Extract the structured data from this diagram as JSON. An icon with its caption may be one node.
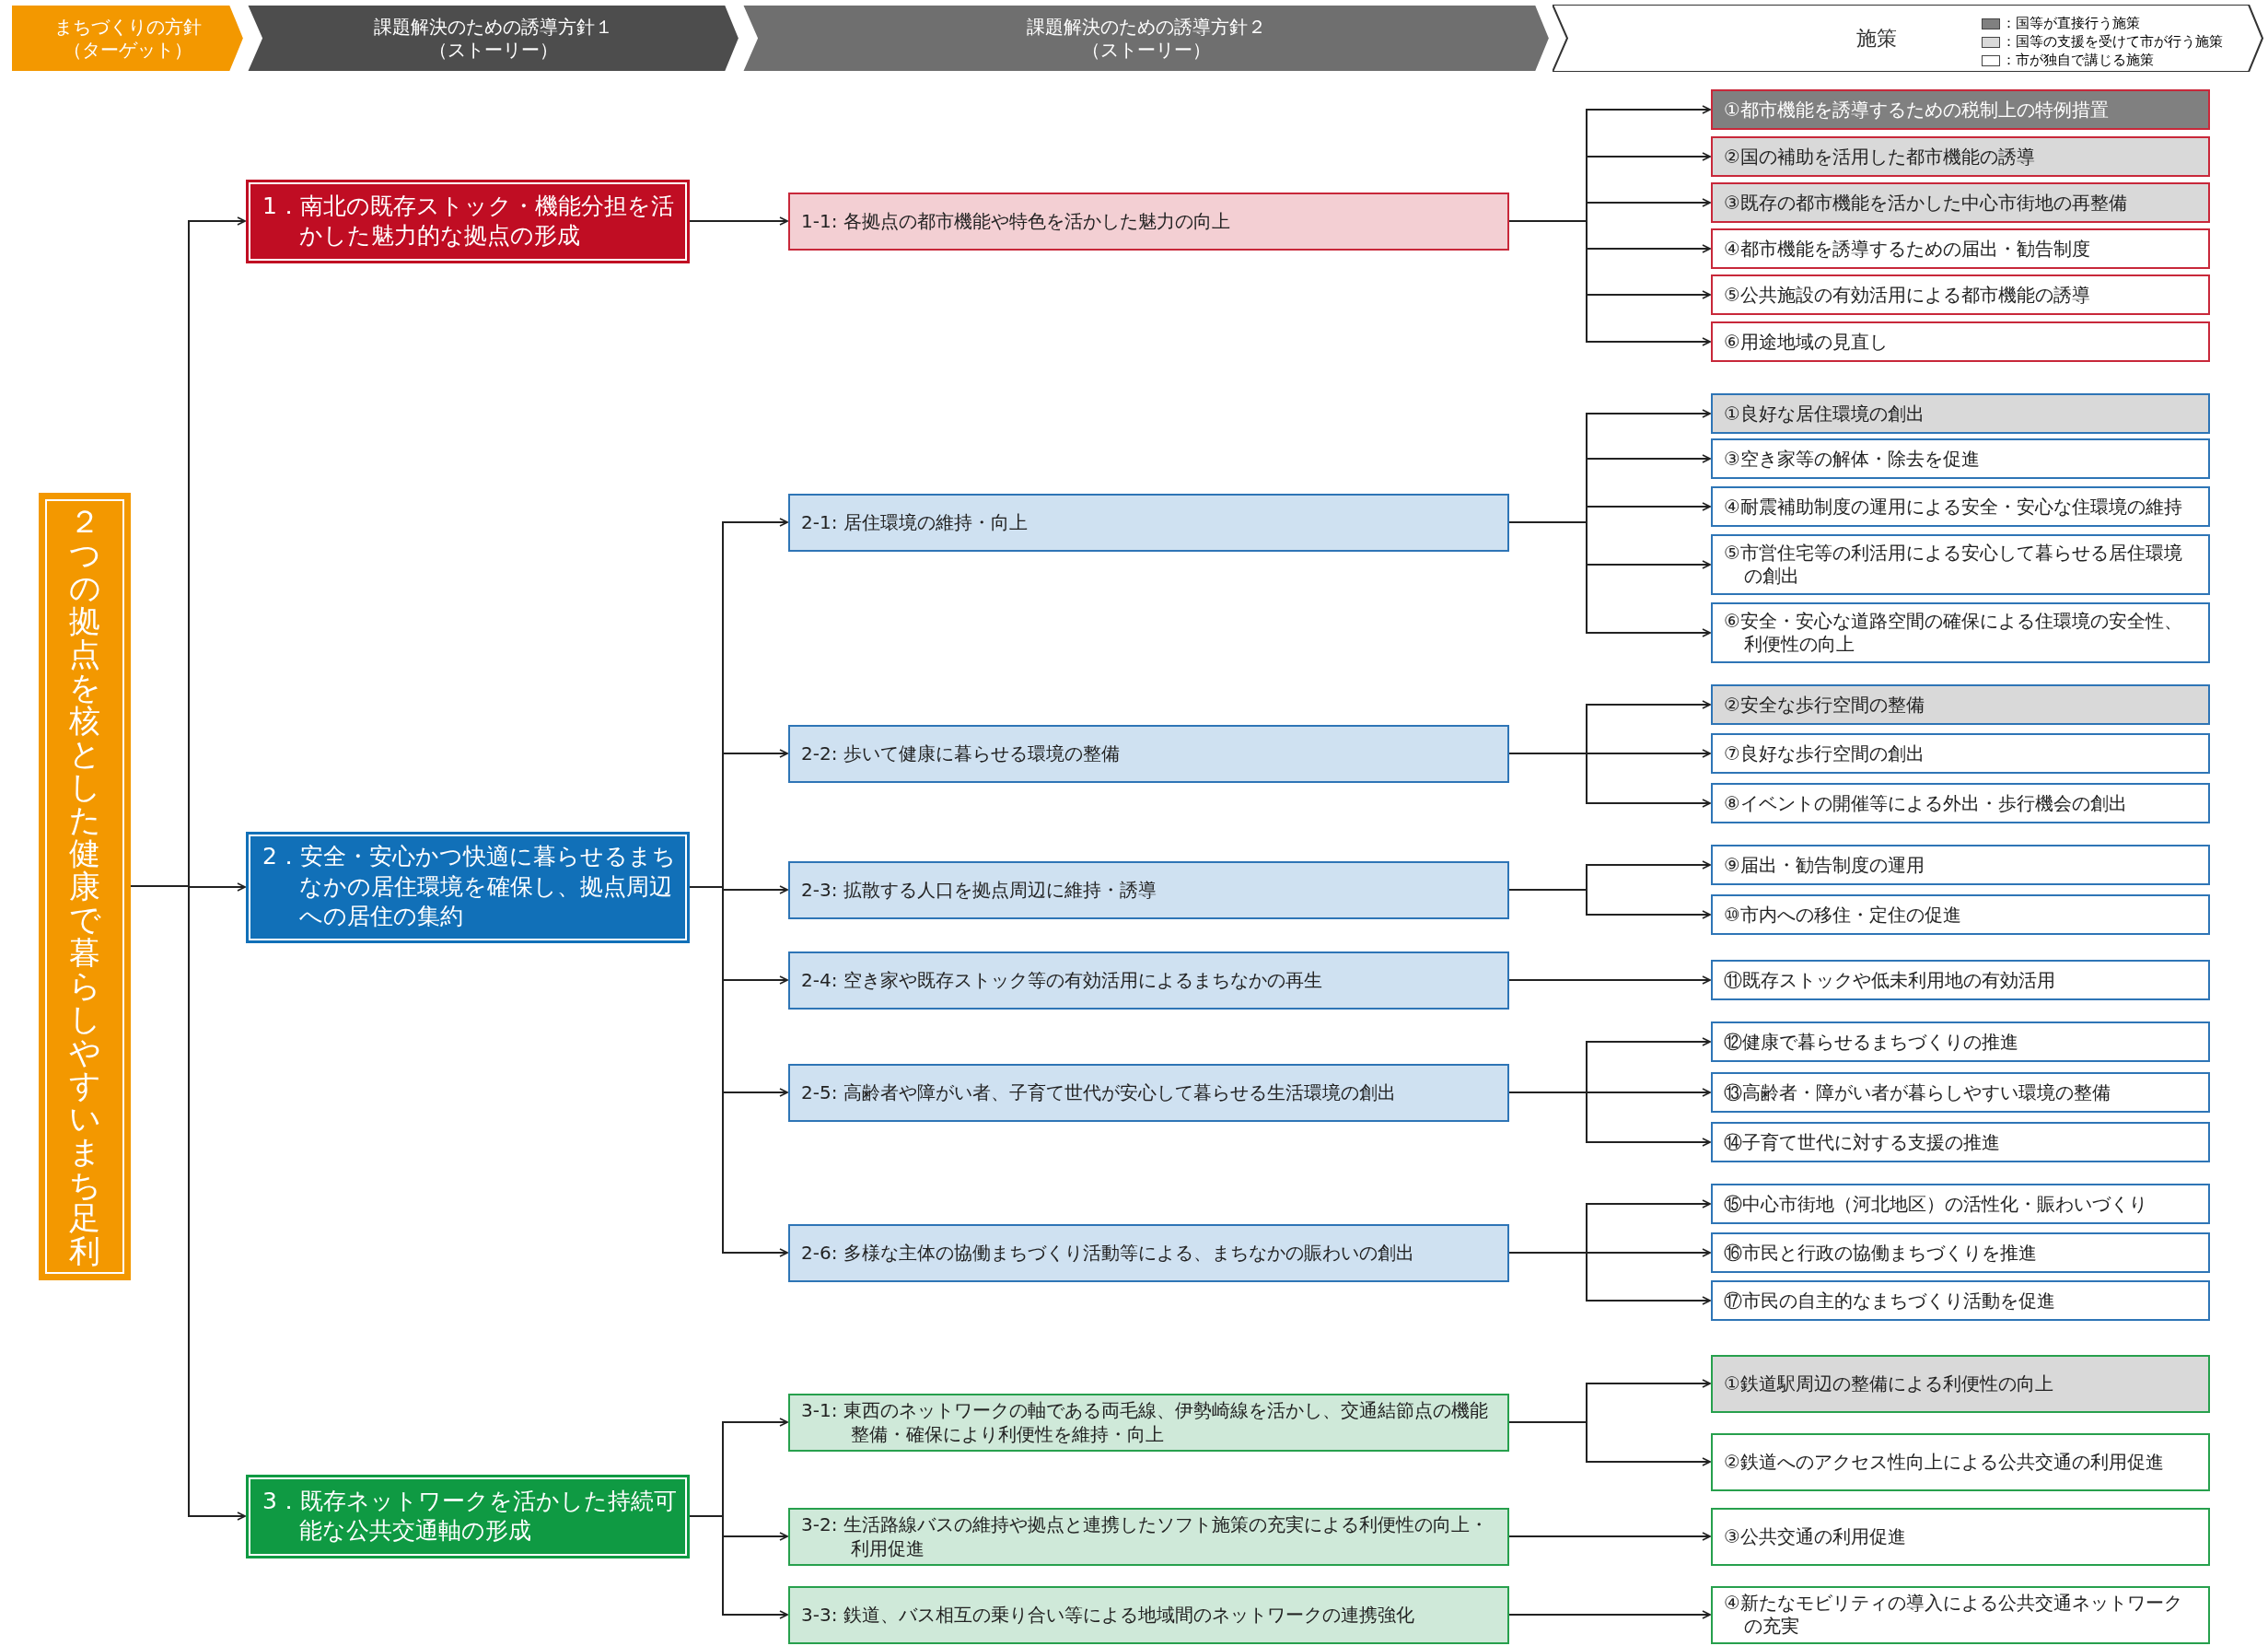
{
  "diagram": {
    "nodes": [
      {
        "text": [
          "まちづくりの方針",
          "（ターゲット）"
        ]
      },
      {
        "text": [
          "課題解決のための誘導方針１",
          "（ストーリー）"
        ]
      },
      {
        "text": [
          "課題解決のための誘導方針２",
          "（ストーリー）"
        ]
      },
      {
        "text": [
          "施策"
        ]
      },
      {
        "text": [
          "２つの拠点を核とした健康で暮らしやすいまち足利"
        ]
      },
      {
        "text": [
          "1．南北の既存ストック・機能分担を活かした魅力的な拠点の形成"
        ]
      },
      {
        "text": [
          "1-1: 各拠点の都市機能や特色を活かした魅力の向上"
        ]
      },
      {
        "text": [
          "①都市機能を誘導するための税制上の特例措置"
        ]
      },
      {
        "text": [
          "②国の補助を活用した都市機能の誘導"
        ]
      },
      {
        "text": [
          "③既存の都市機能を活かした中心市街地の再整備"
        ]
      },
      {
        "text": [
          "④都市機能を誘導するための届出・勧告制度"
        ]
      },
      {
        "text": [
          "⑤公共施設の有効活用による都市機能の誘導"
        ]
      },
      {
        "text": [
          "⑥用途地域の見直し"
        ]
      },
      {
        "text": [
          "2．安全・安心かつ快適に暮らせるまちなかの居住環境を確保し、拠点周辺への居住の集約"
        ]
      },
      {
        "text": [
          "2-1: 居住環境の維持・向上"
        ]
      },
      {
        "text": [
          "①良好な居住環境の創出"
        ]
      },
      {
        "text": [
          "③空き家等の解体・除去を促進"
        ]
      },
      {
        "text": [
          "④耐震補助制度の運用による安全・安心な住環境の維持"
        ]
      },
      {
        "text": [
          "⑤市営住宅等の利活用による安心して暮らせる居住環境の創出"
        ]
      },
      {
        "text": [
          "⑥安全・安心な道路空間の確保による住環境の安全性、利便性の向上"
        ]
      },
      {
        "text": [
          "2-2: 歩いて健康に暮らせる環境の整備"
        ]
      },
      {
        "text": [
          "②安全な歩行空間の整備"
        ]
      },
      {
        "text": [
          "⑦良好な歩行空間の創出"
        ]
      },
      {
        "text": [
          "⑧イベントの開催等による外出・歩行機会の創出"
        ]
      },
      {
        "text": [
          "2-3: 拡散する人口を拠点周辺に維持・誘導"
        ]
      },
      {
        "text": [
          "⑨届出・勧告制度の運用"
        ]
      },
      {
        "text": [
          "⑩市内への移住・定住の促進"
        ]
      },
      {
        "text": [
          "2-4: 空き家や既存ストック等の有効活用によるまちなかの再生"
        ]
      },
      {
        "text": [
          "⑪既存ストックや低未利用地の有効活用"
        ]
      },
      {
        "text": [
          "2-5: 高齢者や障がい者、子育て世代が安心して暮らせる生活環境の創出"
        ]
      },
      {
        "text": [
          "⑫健康で暮らせるまちづくりの推進"
        ]
      },
      {
        "text": [
          "⑬高齢者・障がい者が暮らしやすい環境の整備"
        ]
      },
      {
        "text": [
          "⑭子育て世代に対する支援の推進"
        ]
      },
      {
        "text": [
          "2-6: 多様な主体の協働まちづくり活動等による、まちなかの賑わいの創出"
        ]
      },
      {
        "text": [
          "⑮中心市街地（河北地区）の活性化・賑わいづくり"
        ]
      },
      {
        "text": [
          "⑯市民と行政の協働まちづくりを推進"
        ]
      },
      {
        "text": [
          "⑰市民の自主的なまちづくり活動を促進"
        ]
      },
      {
        "text": [
          "3．既存ネットワークを活かした持続可能な公共交通軸の形成"
        ]
      },
      {
        "text": [
          "3-1: 東西のネットワークの軸である両毛線、伊勢崎線を活かし、交通結節点の機能整備・確保により利便性を維持・向上"
        ]
      },
      {
        "text": [
          "①鉄道駅周辺の整備による利便性の向上"
        ]
      },
      {
        "text": [
          "②鉄道へのアクセス性向上による公共交通の利用促進"
        ]
      },
      {
        "text": [
          "3-2: 生活路線バスの維持や拠点と連携したソフト施策の充実による利便性の向上・利用促進"
        ]
      },
      {
        "text": [
          "③公共交通の利用促進"
        ]
      },
      {
        "text": [
          "3-3: 鉄道、バス相互の乗り合い等による地域間のネットワークの連携強化"
        ]
      },
      {
        "text": [
          "④新たなモビリティの導入による公共交通ネットワークの充実"
        ]
      }
    ],
    "edges": [
      {
        "from": 4,
        "to": 5,
        "arrow": "to"
      },
      {
        "from": 4,
        "to": 13,
        "arrow": "to"
      },
      {
        "from": 4,
        "to": 37,
        "arrow": "to"
      },
      {
        "from": 5,
        "to": 6,
        "arrow": "to"
      },
      {
        "from": 6,
        "to": 7,
        "arrow": "to"
      },
      {
        "from": 6,
        "to": 8,
        "arrow": "to"
      },
      {
        "from": 6,
        "to": 9,
        "arrow": "to"
      },
      {
        "from": 6,
        "to": 10,
        "arrow": "to"
      },
      {
        "from": 6,
        "to": 11,
        "arrow": "to"
      },
      {
        "from": 6,
        "to": 12,
        "arrow": "to"
      },
      {
        "from": 13,
        "to": 14,
        "arrow": "to"
      },
      {
        "from": 13,
        "to": 20,
        "arrow": "to"
      },
      {
        "from": 13,
        "to": 24,
        "arrow": "to"
      },
      {
        "from": 13,
        "to": 27,
        "arrow": "to"
      },
      {
        "from": 13,
        "to": 29,
        "arrow": "to"
      },
      {
        "from": 13,
        "to": 33,
        "arrow": "to"
      },
      {
        "from": 14,
        "to": 15,
        "arrow": "to"
      },
      {
        "from": 14,
        "to": 16,
        "arrow": "to"
      },
      {
        "from": 14,
        "to": 17,
        "arrow": "to"
      },
      {
        "from": 14,
        "to": 18,
        "arrow": "to"
      },
      {
        "from": 14,
        "to": 19,
        "arrow": "to"
      },
      {
        "from": 20,
        "to": 21,
        "arrow": "to"
      },
      {
        "from": 20,
        "to": 22,
        "arrow": "to"
      },
      {
        "from": 20,
        "to": 23,
        "arrow": "to"
      },
      {
        "from": 24,
        "to": 25,
        "arrow": "to"
      },
      {
        "from": 24,
        "to": 26,
        "arrow": "to"
      },
      {
        "from": 27,
        "to": 28,
        "arrow": "to"
      },
      {
        "from": 29,
        "to": 30,
        "arrow": "to"
      },
      {
        "from": 29,
        "to": 31,
        "arrow": "to"
      },
      {
        "from": 29,
        "to": 32,
        "arrow": "to"
      },
      {
        "from": 33,
        "to": 34,
        "arrow": "to"
      },
      {
        "from": 33,
        "to": 35,
        "arrow": "to"
      },
      {
        "from": 33,
        "to": 36,
        "arrow": "to"
      },
      {
        "from": 37,
        "to": 38,
        "arrow": "to"
      },
      {
        "from": 37,
        "to": 41,
        "arrow": "to"
      },
      {
        "from": 37,
        "to": 43,
        "arrow": "to"
      },
      {
        "from": 38,
        "to": 39,
        "arrow": "to"
      },
      {
        "from": 38,
        "to": 40,
        "arrow": "to"
      },
      {
        "from": 41,
        "to": 42,
        "arrow": "to"
      },
      {
        "from": 43,
        "to": 44,
        "arrow": "to"
      }
    ],
    "legend": [
      {
        "text": "：国等が直接行う施策",
        "color": "#808080"
      },
      {
        "text": "：国等の支援を受けて市が行う施策",
        "color": "#d9d9d9"
      },
      {
        "text": "：市が独自で講じる施策",
        "color": "#ffffff"
      }
    ]
  }
}
